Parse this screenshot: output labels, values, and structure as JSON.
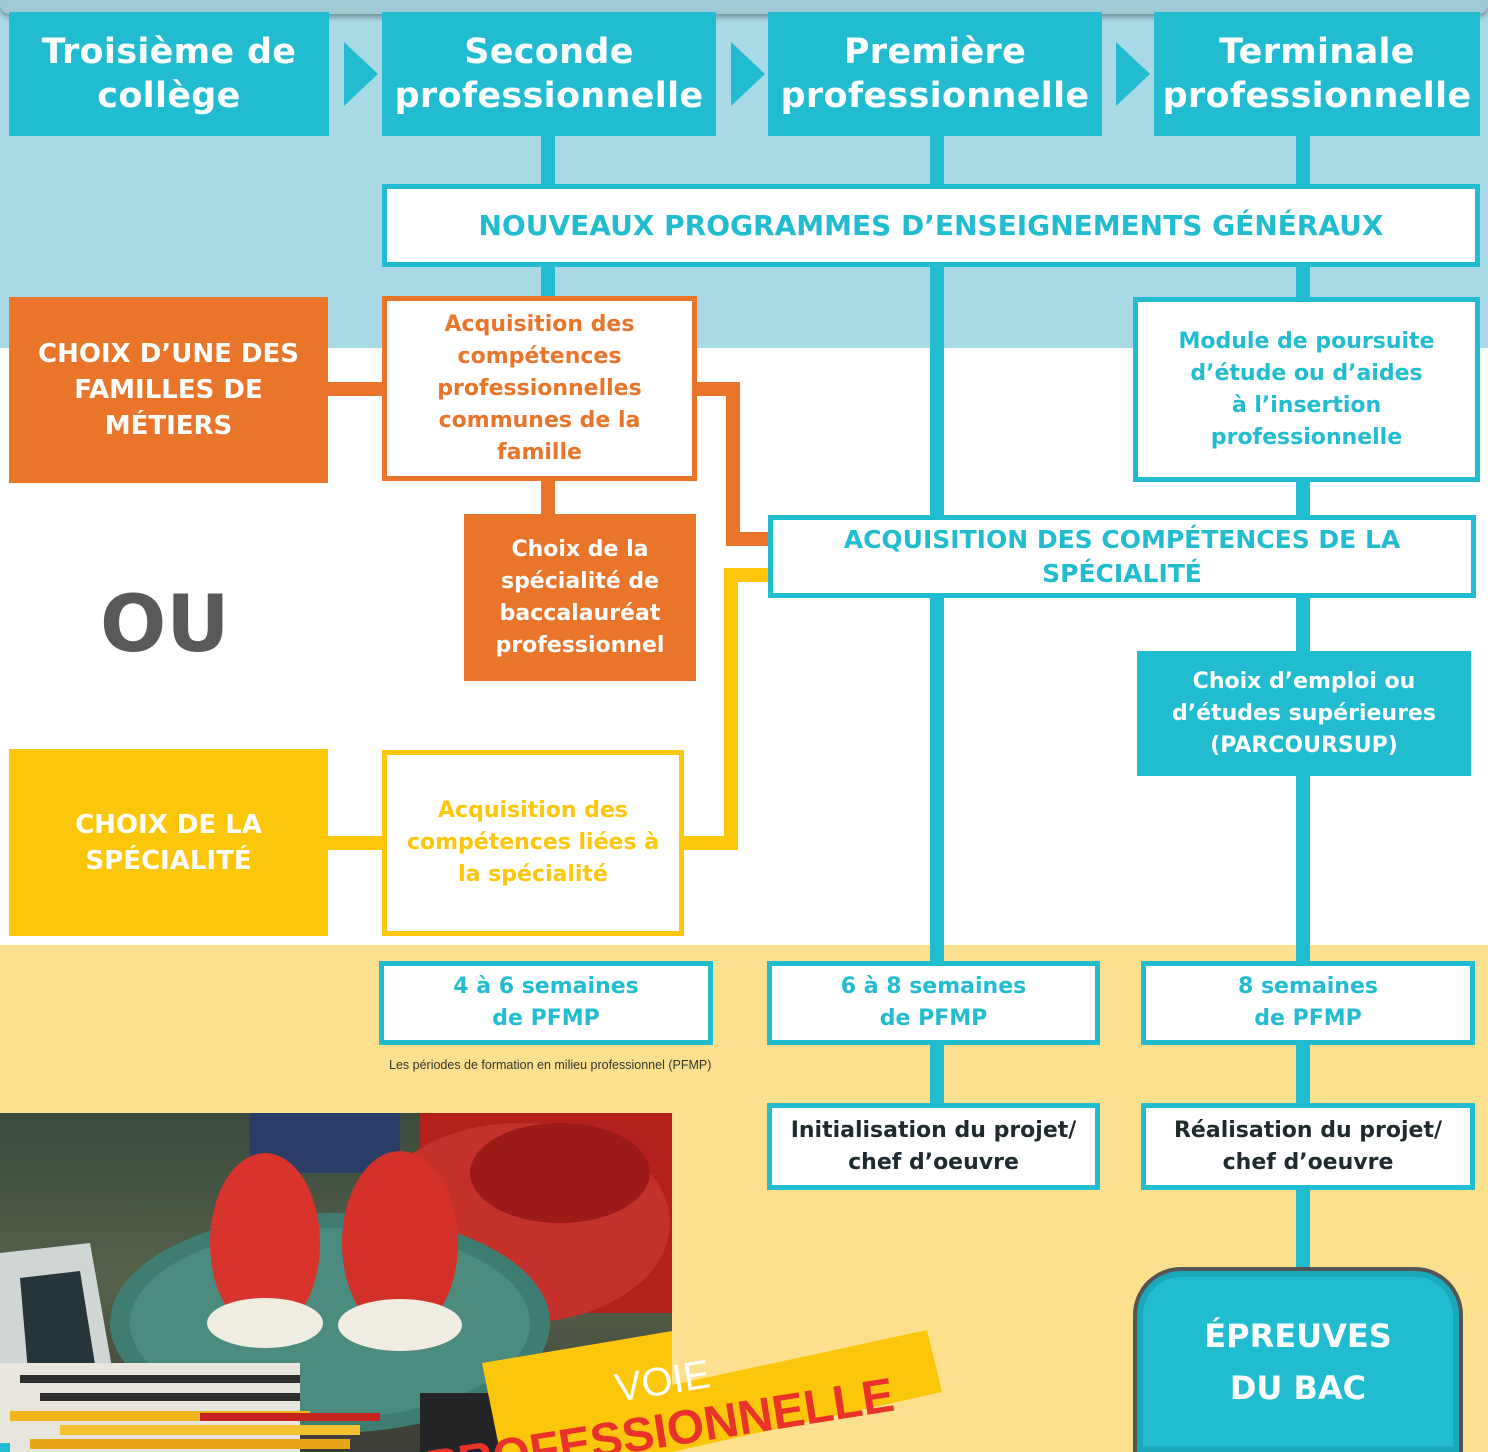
{
  "years": [
    {
      "line1": "Troisième de",
      "line2": "collège"
    },
    {
      "line1": "Seconde",
      "line2": "professionnelle"
    },
    {
      "line1": "Première",
      "line2": "professionnelle"
    },
    {
      "line1": "Terminale",
      "line2": "professionnelle"
    }
  ],
  "programmes": "NOUVEAUX PROGRAMMES D’ENSEIGNEMENTS GÉNÉRAUX",
  "famille": {
    "choice": [
      "CHOIX D’UNE DES",
      "FAMILLES DE",
      "MÉTIERS"
    ],
    "acquisition": [
      "Acquisition des",
      "compétences",
      "professionnelles",
      "communes de la",
      "famille"
    ],
    "specialite_choice": [
      "Choix de la",
      "spécialité de",
      "baccalauréat",
      "professionnel"
    ]
  },
  "ou": "OU",
  "specialite": {
    "choice": [
      "CHOIX DE LA",
      "SPÉCIALITÉ"
    ],
    "acquisition": [
      "Acquisition des",
      "compétences liées à",
      "la spécialité"
    ]
  },
  "acquisition_specialite": [
    "ACQUISITION DES COMPÉTENCES DE LA",
    "SPÉCIALITÉ"
  ],
  "module": [
    "Module de poursuite",
    "d’étude ou d’aides",
    "à l’insertion",
    "professionnelle"
  ],
  "choix_emploi": [
    "Choix d’emploi ou",
    "d’études supérieures",
    "(PARCOURSUP)"
  ],
  "pfmp": [
    {
      "line1": "4 à 6 semaines",
      "line2": "de PFMP"
    },
    {
      "line1": "6 à 8 semaines",
      "line2": "de PFMP"
    },
    {
      "line1": "8 semaines",
      "line2": "de PFMP"
    }
  ],
  "pfmp_note": "Les périodes de formation en milieu professionnel (PFMP)",
  "projet": [
    {
      "line1": "Initialisation du projet/",
      "line2": "chef d’oeuvre"
    },
    {
      "line1": "Réalisation du projet/",
      "line2": "chef d’oeuvre"
    }
  ],
  "epreuves": [
    "ÉPREUVES",
    "DU BAC"
  ],
  "banner": {
    "line1": "VOIE",
    "line2": "PROFESSIONNELLE"
  },
  "colors": {
    "cyan": "#21bcd0",
    "orange": "#e8752a",
    "yellow": "#fcc60a",
    "light_blue": "#a9d9e4",
    "light_yellow": "#fde08d"
  }
}
